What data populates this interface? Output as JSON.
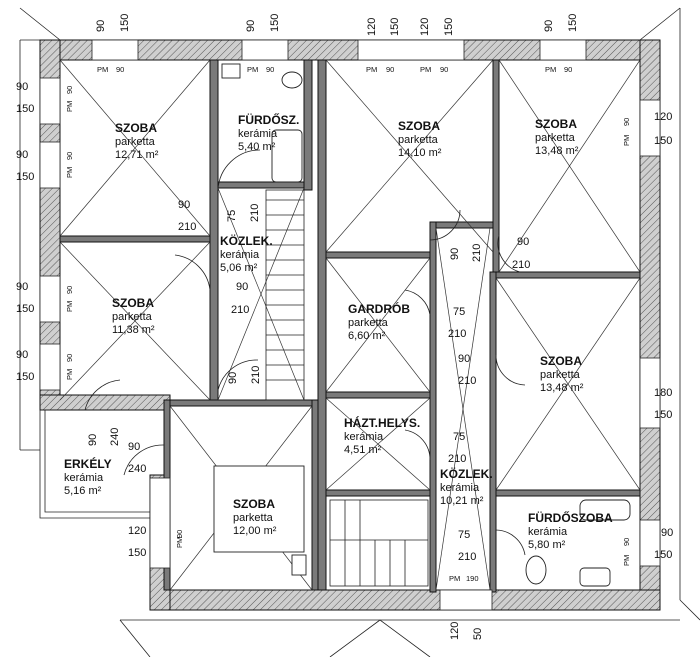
{
  "rooms": {
    "szoba_nw": {
      "name": "SZOBA",
      "material": "parketta",
      "area": "12,71 m²"
    },
    "furdo_n": {
      "name": "FÜRDŐSZ.",
      "material": "kerámia",
      "area": "5,40 m²"
    },
    "szoba_nc": {
      "name": "SZOBA",
      "material": "parketta",
      "area": "14,10 m²"
    },
    "szoba_ne": {
      "name": "SZOBA",
      "material": "parketta",
      "area": "13,48 m²"
    },
    "kozlek_n": {
      "name": "KÖZLEK.",
      "material": "kerámia",
      "area": "5,06 m²"
    },
    "szoba_w": {
      "name": "SZOBA",
      "material": "parketta",
      "area": "11,38 m²"
    },
    "gardrob": {
      "name": "GARDRÓB",
      "material": "parketta",
      "area": "6,60 m²"
    },
    "szoba_e": {
      "name": "SZOBA",
      "material": "parketta",
      "area": "13,48 m²"
    },
    "haztart": {
      "name": "HÁZT.HELYS.",
      "material": "kerámia",
      "area": "4,51 m²"
    },
    "erkely": {
      "name": "ERKÉLY",
      "material": "kerámia",
      "area": "5,16 m²"
    },
    "szoba_s": {
      "name": "SZOBA",
      "material": "parketta",
      "area": "12,00 m²"
    },
    "kozlek_s": {
      "name": "KÖZLEK.",
      "material": "kerámia",
      "area": "10,21 m²"
    },
    "furdoszoba": {
      "name": "FÜRDŐSZOBA",
      "material": "kerámia",
      "area": "5,80 m²"
    }
  },
  "dimensions": {
    "top_1a": "90",
    "top_1b": "150",
    "top_2a": "90",
    "top_2b": "150",
    "top_3a": "120",
    "top_3b": "150",
    "top_4a": "120",
    "top_4b": "150",
    "top_5a": "90",
    "top_5b": "150",
    "left_1a": "90",
    "left_1b": "150",
    "left_2a": "90",
    "left_2b": "150",
    "left_3a": "90",
    "left_3b": "150",
    "left_4a": "90",
    "left_4b": "150",
    "right_1a": "120",
    "right_1b": "150",
    "right_2a": "180",
    "right_2b": "150",
    "right_3a": "90",
    "right_3b": "150",
    "bottom_a": "120",
    "bottom_b": "50",
    "balc_a": "90",
    "balc_b": "240",
    "balc_c": "90",
    "balc_d": "240",
    "south_a": "120",
    "south_b": "150",
    "d_bath_a": "90",
    "d_bath_b": "210",
    "d_bath_c": "75",
    "d_bath_d": "210",
    "d_w_a": "90",
    "d_w_b": "210",
    "d_st_a": "90",
    "d_st_b": "210",
    "d_c_a": "90",
    "d_c_b": "210",
    "d_ne_a": "90",
    "d_ne_b": "210",
    "d_gard_a": "75",
    "d_gard_b": "210",
    "d_e_a": "90",
    "d_e_b": "210",
    "d_hz_a": "75",
    "d_hz_b": "210",
    "d_fs_a": "75",
    "d_fs_b": "210"
  },
  "pm_labels": {
    "pm_t1": "PM",
    "pm_t1v": "90",
    "pm_t2": "PM",
    "pm_t2v": "90",
    "pm_t3": "PM",
    "pm_t3v": "90",
    "pm_t4": "PM",
    "pm_t4v": "90",
    "pm_t5": "PM",
    "pm_t5v": "90",
    "pm_l1": "PM",
    "pm_l1v": "90",
    "pm_l2": "PM",
    "pm_l2v": "90",
    "pm_l3": "PM",
    "pm_l3v": "90",
    "pm_l4": "PM",
    "pm_l4v": "90",
    "pm_r1": "PM",
    "pm_r1v": "90",
    "pm_r3": "PM",
    "pm_r3v": "90",
    "pm_s": "PM",
    "pm_sv": "90",
    "pm_b": "PM",
    "pm_bv": "190"
  }
}
